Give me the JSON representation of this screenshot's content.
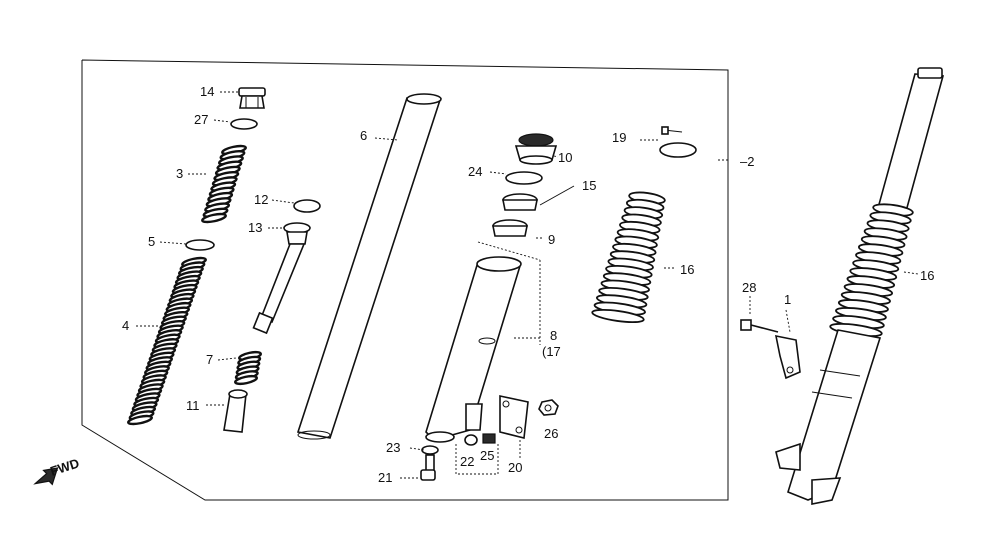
{
  "diagram": {
    "fwd_label": "FWD",
    "parts": [
      {
        "id": "p1",
        "label": "1"
      },
      {
        "id": "p2",
        "label": "–2"
      },
      {
        "id": "p3",
        "label": "3"
      },
      {
        "id": "p4",
        "label": "4"
      },
      {
        "id": "p5",
        "label": "5"
      },
      {
        "id": "p6",
        "label": "6"
      },
      {
        "id": "p7",
        "label": "7"
      },
      {
        "id": "p8",
        "label": "8"
      },
      {
        "id": "p9",
        "label": "9"
      },
      {
        "id": "p10",
        "label": "10"
      },
      {
        "id": "p11",
        "label": "11"
      },
      {
        "id": "p12",
        "label": "12"
      },
      {
        "id": "p13",
        "label": "13"
      },
      {
        "id": "p14",
        "label": "14"
      },
      {
        "id": "p15",
        "label": "15"
      },
      {
        "id": "p16a",
        "label": "16"
      },
      {
        "id": "p16b",
        "label": "16"
      },
      {
        "id": "p17",
        "label": "(17"
      },
      {
        "id": "p19",
        "label": "19"
      },
      {
        "id": "p20",
        "label": "20"
      },
      {
        "id": "p21",
        "label": "21"
      },
      {
        "id": "p22",
        "label": "22"
      },
      {
        "id": "p23",
        "label": "23"
      },
      {
        "id": "p24",
        "label": "24"
      },
      {
        "id": "p25",
        "label": "25"
      },
      {
        "id": "p26",
        "label": "26"
      },
      {
        "id": "p27",
        "label": "27"
      },
      {
        "id": "p28",
        "label": "28"
      }
    ]
  }
}
